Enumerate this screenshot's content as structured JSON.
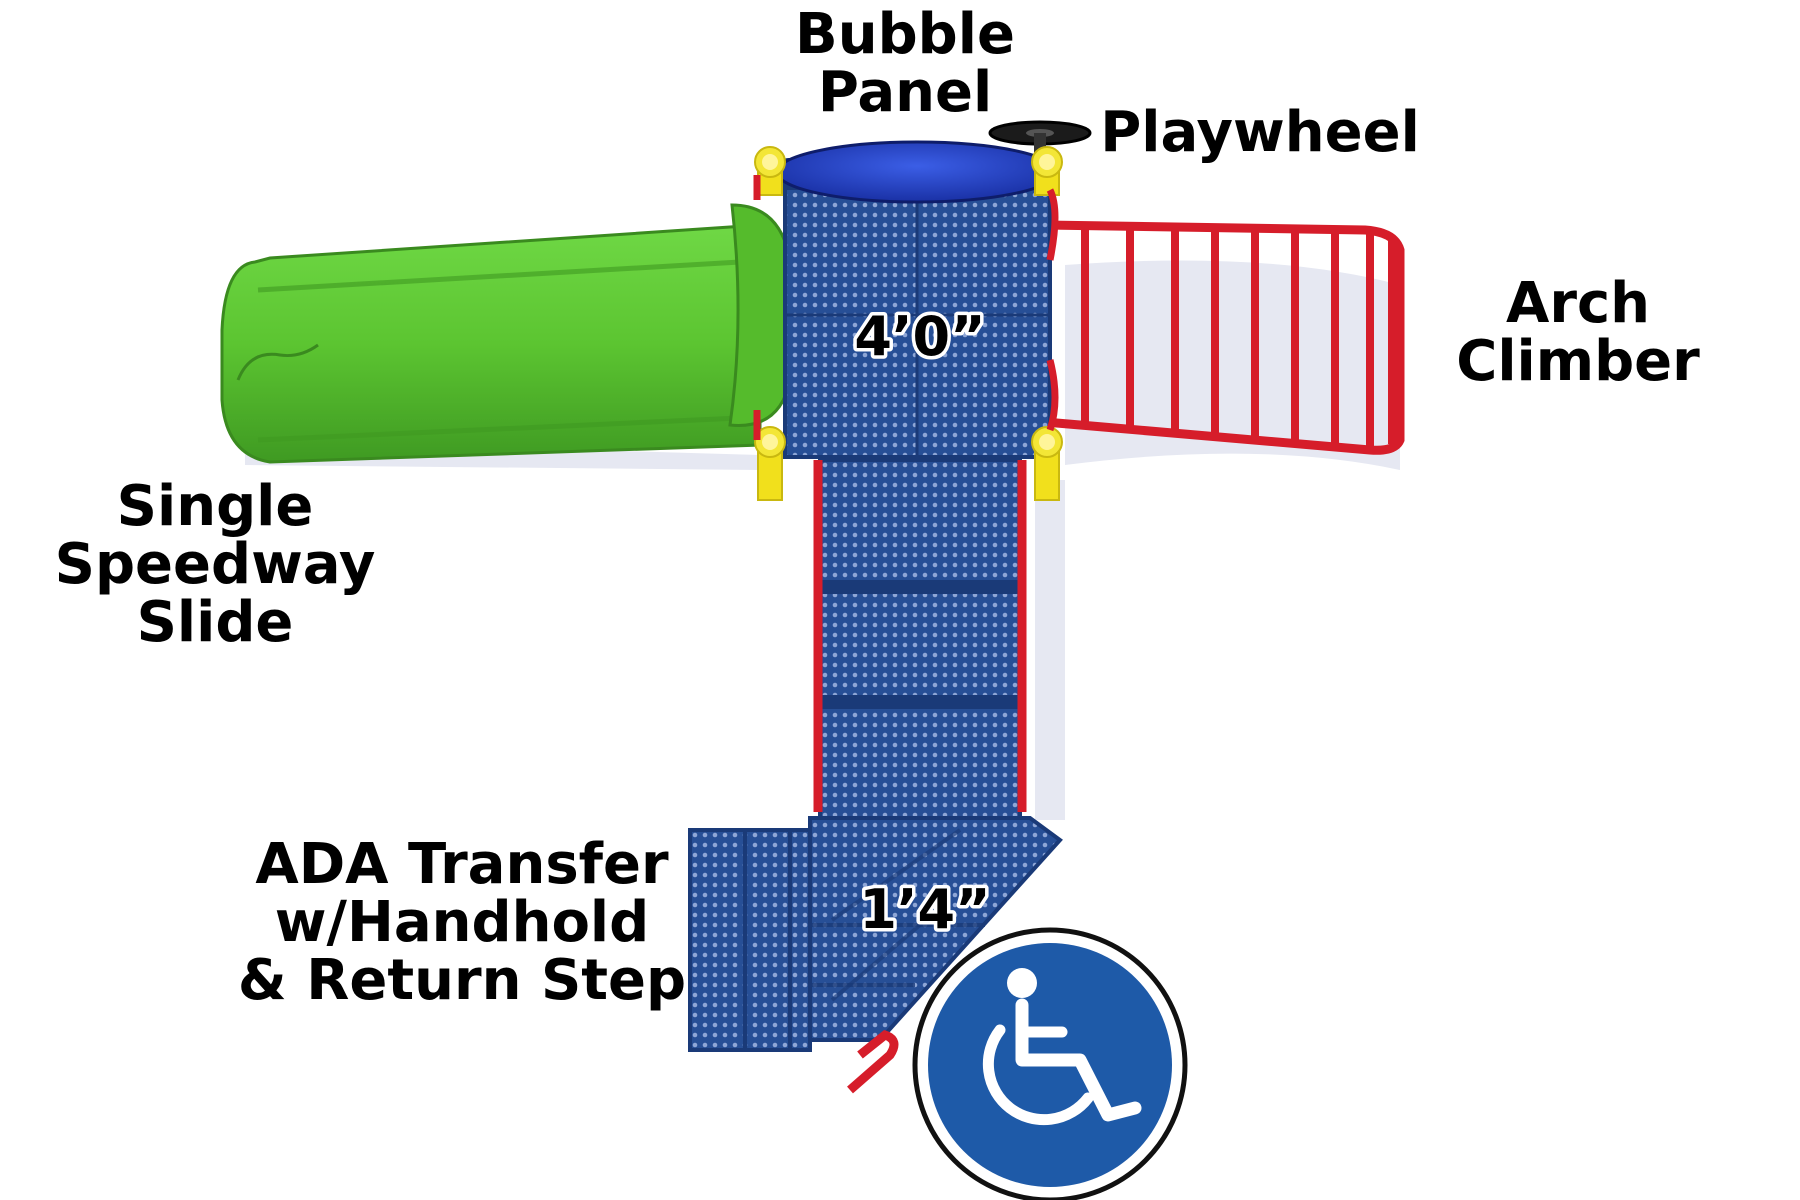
{
  "components": [
    {
      "id": "bubble_panel",
      "lines": [
        "Bubble",
        "Panel"
      ]
    },
    {
      "id": "playwheel",
      "lines": [
        "Playwheel"
      ]
    },
    {
      "id": "arch_climber",
      "lines": [
        "Arch",
        "Climber"
      ]
    },
    {
      "id": "slide",
      "lines": [
        "Single",
        "Speedway",
        "Slide"
      ]
    },
    {
      "id": "ada_transfer",
      "lines": [
        "ADA Transfer",
        "w/Handhold",
        "& Return Step"
      ]
    }
  ],
  "dimensions": {
    "deck_height": "4’0”",
    "transfer_height": "1’4”"
  },
  "colors": {
    "slide": "#5cc531",
    "slide_dark": "#3f9a22",
    "deck": "#274f96",
    "deck_dark": "#1a3a78",
    "rail": "#d61d2a",
    "post_cap": "#f1e01c",
    "bubble_panel": "#1f3ec8",
    "ada_symbol": "#1e5aa8"
  },
  "icons": [
    "wheelchair-accessibility-icon"
  ]
}
